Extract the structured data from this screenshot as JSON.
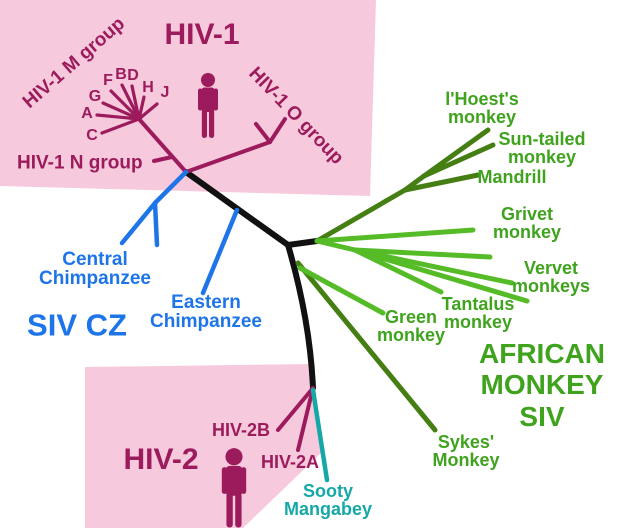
{
  "diagram_type": "phylogenetic-tree of HIV and SIV lineages",
  "colors": {
    "maroon": "#9C1B5C",
    "pink_region": "#F7C9DC",
    "blue": "#1E75E8",
    "teal": "#16A8A8",
    "green_label": "#3FA31E",
    "green_branch_light": "#55BC28",
    "green_branch_dark": "#457F14",
    "trunk_black": "#111111"
  },
  "icons": {
    "hiv1_human": "human-male-icon",
    "hiv2_human": "human-male-icon"
  },
  "hiv1": {
    "title": "HIV-1",
    "m_group": "HIV-1 M group",
    "n_group": "HIV-1 N group",
    "o_group": "HIV-1 O group",
    "subtypes": [
      "A",
      "G",
      "C",
      "F",
      "B",
      "D",
      "H",
      "J"
    ]
  },
  "chimpanzee": {
    "central": [
      "Central",
      "Chimpanzee"
    ],
    "eastern": [
      "Eastern",
      "Chimpanzee"
    ],
    "siv_cz": "SIV CZ"
  },
  "monkeys": {
    "lhoests": [
      "l'Hoest's",
      "monkey"
    ],
    "sun_tailed": [
      "Sun-tailed",
      "monkey"
    ],
    "mandrill": "Mandrill",
    "grivet": [
      "Grivet",
      "monkey"
    ],
    "vervet": [
      "Vervet",
      "monkeys"
    ],
    "tantalus": [
      "Tantalus",
      "monkey"
    ],
    "green": [
      "Green",
      "monkey"
    ],
    "sykes": [
      "Sykes'",
      "Monkey"
    ],
    "african_siv": [
      "AFRICAN",
      "MONKEY",
      "SIV"
    ]
  },
  "hiv2": {
    "title": "HIV-2",
    "subtype_b": "HIV-2B",
    "subtype_a": "HIV-2A",
    "sooty": [
      "Sooty",
      "Mangabey"
    ]
  }
}
